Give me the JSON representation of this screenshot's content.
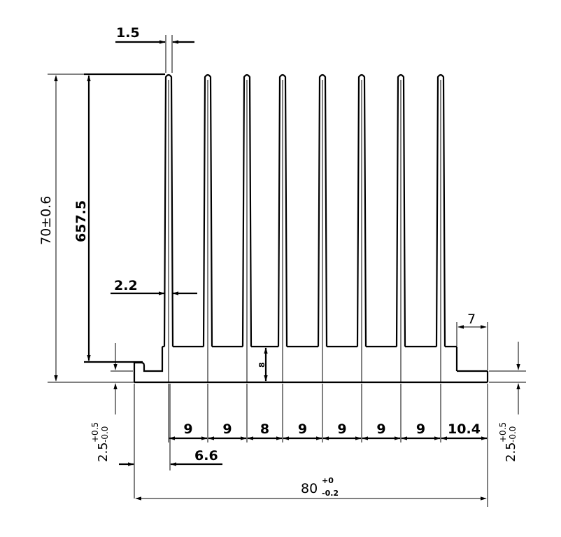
{
  "dimensions": {
    "fin_thickness_top": "1.5",
    "fin_root_thickness": "2.2",
    "fin_height": "657.5",
    "overall_height": "70±0.6",
    "end_step_width": "7",
    "base_offset_left": "6.6",
    "fin_pitches": [
      "9",
      "9",
      "8",
      "9",
      "9",
      "9",
      "9",
      "10.4"
    ],
    "overall_width_nominal": "80",
    "overall_width_tol_upper": "+0",
    "overall_width_tol_lower": "-0.2",
    "base_tol_left_nominal": "2.5",
    "base_tol_left_upper": "+0.5",
    "base_tol_left_lower": "-0.0",
    "base_tol_right_nominal": "2.5",
    "base_tol_right_upper": "+0.5",
    "base_tol_right_lower": "-0.0",
    "base_thickness_label": "8"
  }
}
